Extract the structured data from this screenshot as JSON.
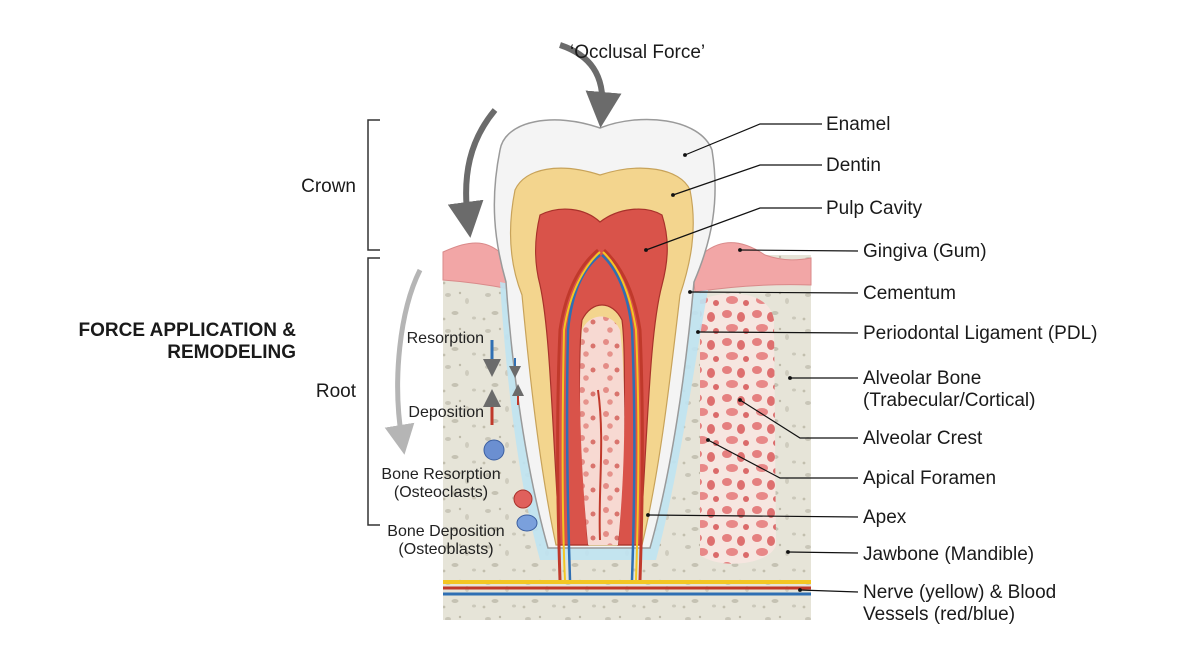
{
  "diagram": {
    "force_label": "‘Occlusal Force’",
    "sections": {
      "crown": "Crown",
      "root": "Root"
    },
    "side_title": "FORCE APPLICATION & REMODELING",
    "process_labels": {
      "resorption": "Resorption",
      "deposition": "Deposition",
      "bone_resorption": "Bone Resorption (Osteoclasts)",
      "bone_deposition": "Bone Deposition (Osteoblasts)"
    },
    "parts": [
      "Enamel",
      "Dentin",
      "Pulp Cavity",
      "Gingiva (Gum)",
      "Cementum",
      "Periodontal Ligament (PDL)",
      "Alveolar Bone (Trabecular/Cortical)",
      "Alveolar Crest",
      "Apical Foramen",
      "Apex",
      "Jawbone (Mandible)",
      "Nerve (yellow) & Blood Vessels (red/blue)"
    ],
    "colors": {
      "enamel": "#f4f4f4",
      "dentin": "#f3d58e",
      "pulp": "#d9534a",
      "gingiva": "#f2a6a6",
      "bone": "#e6e4d8",
      "trabecular": "#e98a8a",
      "pdl": "#a9d8ee",
      "nerve": "#f3c623",
      "artery": "#c0392b",
      "vein": "#2f6fb3"
    }
  }
}
